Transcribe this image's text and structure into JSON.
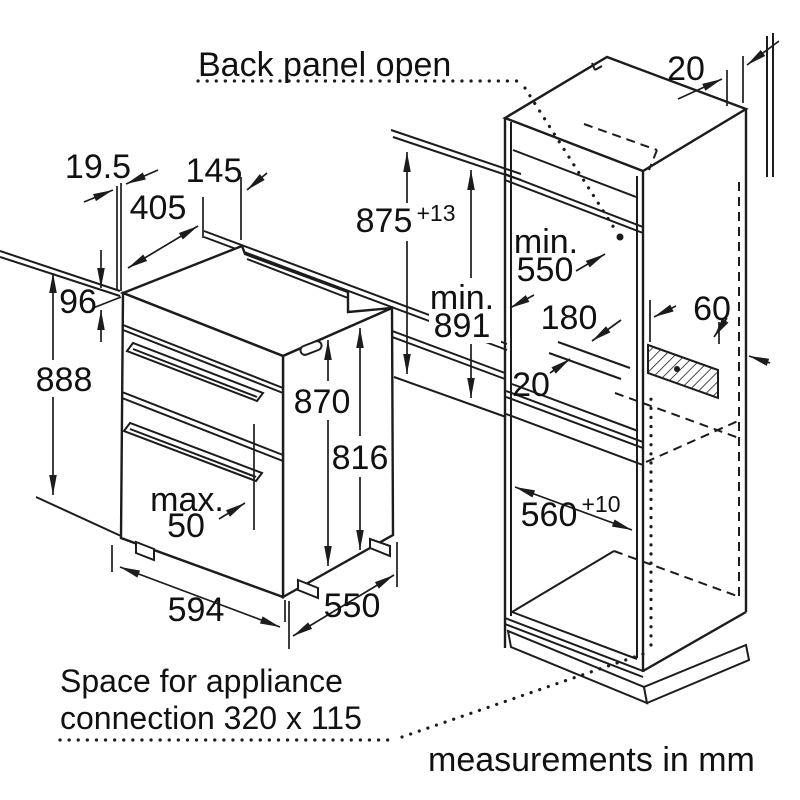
{
  "title": "Back panel open",
  "footer_note": "measurements in mm",
  "connection_note": {
    "line1": "Space for appliance",
    "line2": "connection 320 x 115"
  },
  "colors": {
    "line": "#1c1c1c",
    "background": "#ffffff"
  },
  "units": "mm",
  "oven": {
    "front_overhang": "19.5",
    "body_top_depth": "405",
    "control_panel_depth": "145",
    "top_clearance": "96",
    "overall_height": "888",
    "front_height": "870",
    "body_height": "816",
    "handle_prefix": "max.",
    "handle_projection": "50",
    "width": "594",
    "depth": "550"
  },
  "cabinet": {
    "rear_top_gap": "20",
    "niche_height": "875",
    "niche_height_tolerance": "+13",
    "min_height_prefix": "min.",
    "min_height": "891",
    "min_depth_prefix": "min.",
    "min_depth": "550",
    "rear_clearance": "180",
    "shelf_gap": "20",
    "connection_offset": "60",
    "niche_width": "560",
    "niche_width_tolerance": "+10"
  }
}
